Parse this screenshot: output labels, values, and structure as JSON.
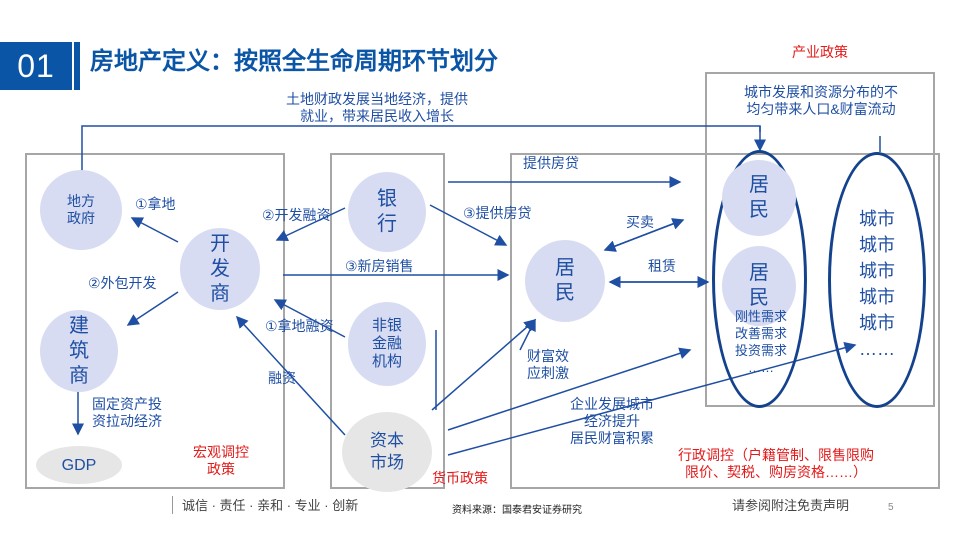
{
  "header": {
    "section_number": "01",
    "title": "房地产定义：按照全生命周期环节划分"
  },
  "labels": {
    "industry_policy": "产业政策",
    "land_finance": "土地财政发展当地经济，提供\n就业，带来居民收入增长",
    "uneven_distribution": "城市发展和资源分布的不\n均匀带来人口&财富流动",
    "provide_mortgage": "提供房贷",
    "take_land": "①拿地",
    "dev_financing": "②开发融资",
    "provide_mortgage_3": "③提供房贷",
    "outsource": "②外包开发",
    "new_home_sales": "③新房销售",
    "buy_sell": "买卖",
    "rent": "租赁",
    "land_financing": "①拿地融资",
    "fixed_asset": "固定资产投\n资拉动经济",
    "financing": "融资",
    "wealth_effect": "财富效\n应刺激",
    "enterprise_city": "企业发展城市\n经济提升\n居民财富积累",
    "macro_policy": "宏观调控\n政策",
    "monetary_policy": "货币政策",
    "admin_control": "行政调控（户籍管制、限售限购\n限价、契税、购房资格……）",
    "demand_list": "刚性需求\n改善需求\n投资需求\n……",
    "cities": "城市\n城市\n城市\n城市\n城市\n……"
  },
  "nodes": {
    "local_gov": "地方\n政府",
    "developer": "开\n发\n商",
    "constructor": "建\n筑\n商",
    "gdp": "GDP",
    "bank": "银\n行",
    "non_bank": "非银\n金融\n机构",
    "capital_market": "资本\n市场",
    "resident_center": "居\n民",
    "resident_top": "居\n民",
    "resident_mid": "居\n民"
  },
  "footer": {
    "motto": "诚信 · 责任 · 亲和 · 专业 · 创新",
    "source": "资料来源：国泰君安证券研究",
    "disclaimer": "请参阅附注免责声明",
    "page": "5"
  },
  "colors": {
    "brand_blue": "#0a55a6",
    "node_fill": "#d7dcf2",
    "red": "#e21a1a",
    "ellipse": "#14428c"
  }
}
